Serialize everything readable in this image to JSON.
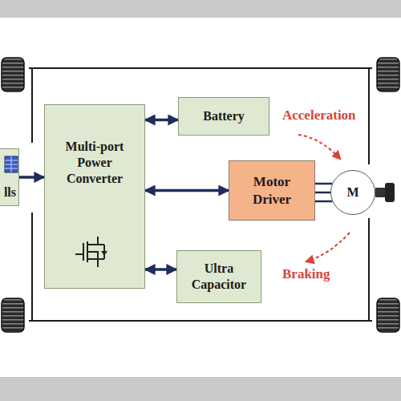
{
  "diagram": {
    "nodes": [
      {
        "text": [
          "lls"
        ]
      },
      {
        "text": [
          "Multi-port Power Converter"
        ]
      },
      {
        "text": [
          "Battery"
        ]
      },
      {
        "text": [
          "Motor Driver"
        ]
      },
      {
        "text": [
          "Ultra Capacitor"
        ]
      },
      {
        "text": [
          "M"
        ]
      }
    ],
    "edges": [
      {
        "from": 0,
        "to": 1,
        "arrow": "to"
      },
      {
        "from": 1,
        "to": 2,
        "arrow": "both"
      },
      {
        "from": 1,
        "to": 3,
        "arrow": "both"
      },
      {
        "from": 1,
        "to": 4,
        "arrow": "both"
      },
      {
        "from": 3,
        "to": 5,
        "arrow": "none"
      }
    ],
    "labels": [
      "Acceleration",
      "Braking"
    ]
  }
}
